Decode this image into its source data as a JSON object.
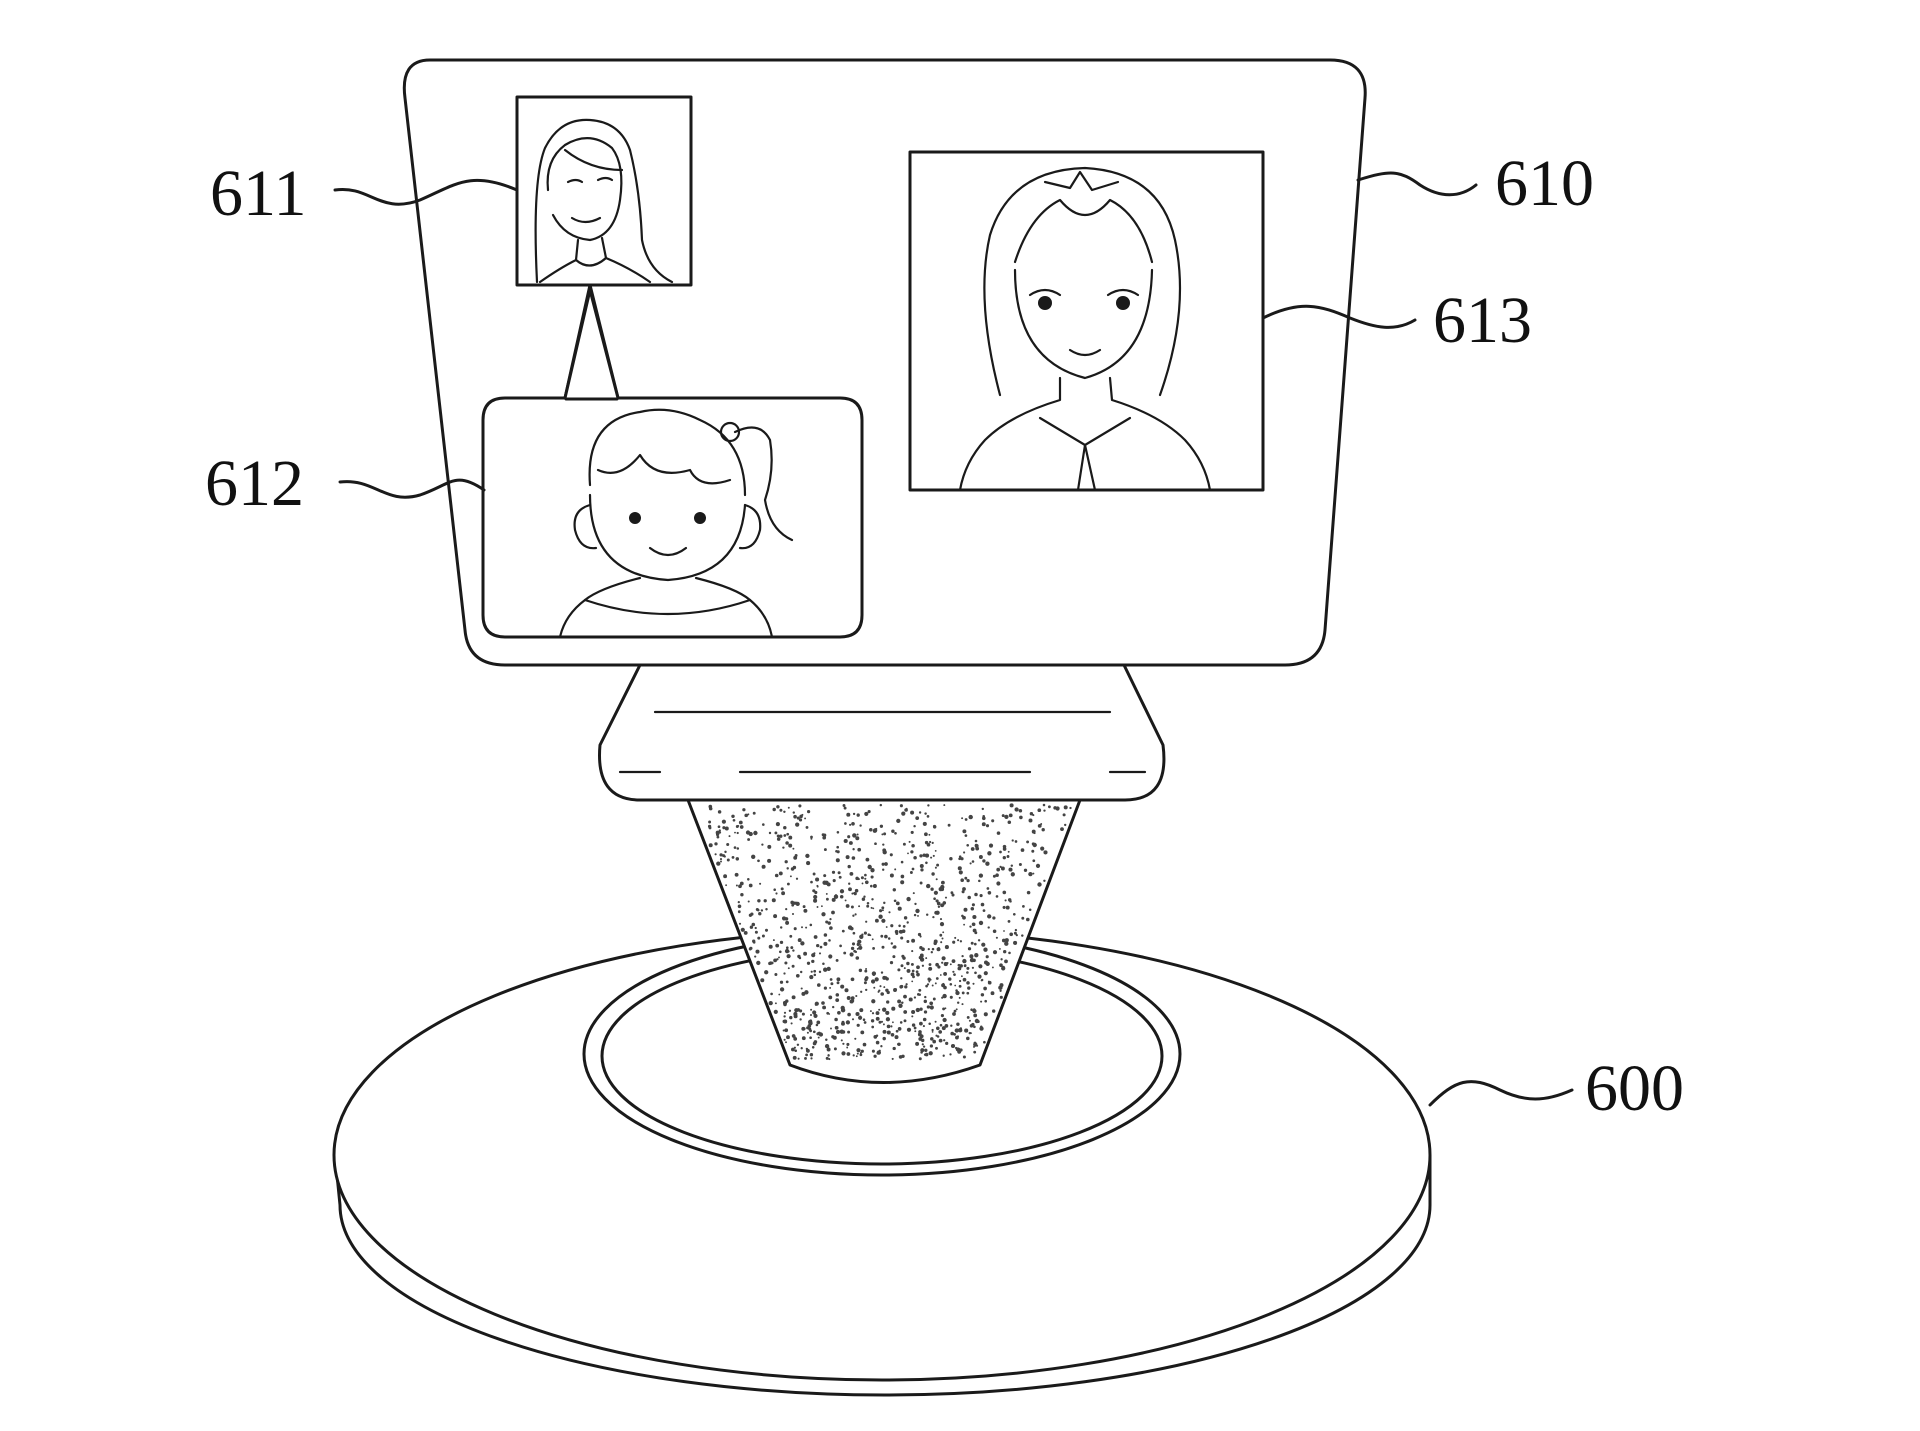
{
  "labels": {
    "device": "600",
    "screen": "610",
    "small_window": "611",
    "speech_window": "612",
    "large_window": "613"
  }
}
